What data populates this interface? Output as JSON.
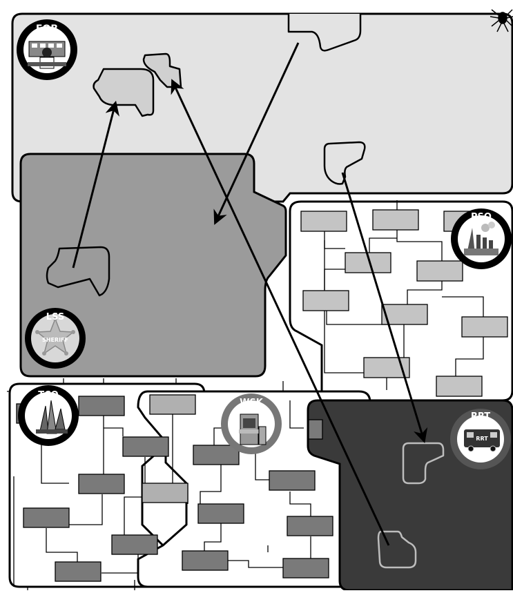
{
  "zones": {
    "eob": {
      "label": "EOB",
      "fill": "#e3e3e3"
    },
    "lss": {
      "label": "LSS",
      "fill": "#9b9b9b",
      "badge_text": "SHERIFF"
    },
    "pso": {
      "label": "PSO",
      "fill": "#ffffff"
    },
    "tco": {
      "label": "TCO",
      "fill": "#ffffff"
    },
    "wsk": {
      "label": "WSK",
      "fill": "#ffffff"
    },
    "rrt": {
      "label": "RRT",
      "fill": "#3a3a3a",
      "badge_text": "RRT"
    }
  },
  "colors": {
    "stroke": "#000000",
    "box_light": "#c4c4c4",
    "box_dark": "#7a7a7a",
    "token_outline_dark": "#bdbdbd"
  },
  "icons": [
    "spider-icon",
    "eob-operator-icon",
    "sheriff-star-icon",
    "power-plant-icon",
    "traffic-cones-icon",
    "kiosk-icon",
    "rrt-bus-icon"
  ]
}
